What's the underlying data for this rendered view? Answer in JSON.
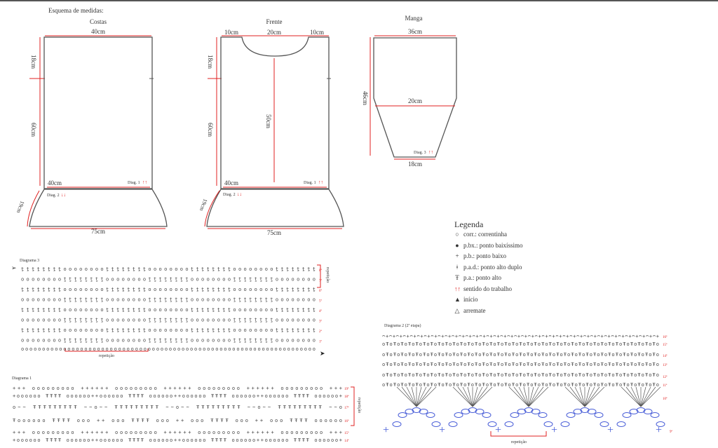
{
  "heading": "Esquema de medidas:",
  "costas": {
    "title": "Costas",
    "top": "40cm",
    "upper": "18cm",
    "lower": "60cm",
    "waist": "40cm",
    "diag1": "Diag. 1",
    "diag2": "Diag. 2",
    "skirt_side": "19cm",
    "bottom": "75cm"
  },
  "frente": {
    "title": "Frente",
    "shoulder_left": "10cm",
    "neck": "20cm",
    "shoulder_right": "10cm",
    "upper": "18cm",
    "lower": "60cm",
    "center": "50cm",
    "waist": "40cm",
    "diag1": "Diag. 1",
    "diag2": "Diag. 2",
    "skirt_side": "19cm",
    "bottom": "75cm"
  },
  "manga": {
    "title": "Manga",
    "top": "36cm",
    "side": "46cm",
    "middle": "20cm",
    "diag3": "Diag. 3",
    "bottom": "18cm"
  },
  "legend": {
    "title": "Legenda",
    "items": [
      {
        "icon": "chain-icon",
        "label": "corr.: correntinha"
      },
      {
        "icon": "slip-stitch-icon",
        "label": "p.bx.: ponto baixíssimo"
      },
      {
        "icon": "single-crochet-icon",
        "label": "p.b.: ponto baixo"
      },
      {
        "icon": "double-treble-icon",
        "label": "p.a.d.: ponto alto duplo"
      },
      {
        "icon": "double-crochet-icon",
        "label": "p.a.: ponto alto"
      },
      {
        "icon": "direction-arrows-icon",
        "label": "sentido do trabalho"
      },
      {
        "icon": "start-arrow-icon",
        "label": "início"
      },
      {
        "icon": "finish-arrow-icon",
        "label": "arremate"
      }
    ]
  },
  "diagram3": {
    "title": "Diagrama 3",
    "rows": [
      "8ª",
      "7ª",
      "6ª",
      "5ª",
      "4ª",
      "3ª",
      "2ª",
      "1ª"
    ],
    "repeat": "repetição",
    "repeat_side": "repetição"
  },
  "diagram1": {
    "title": "Diagrama 1",
    "rows": [
      "19ª",
      "18ª",
      "17ª",
      "16ª",
      "15ª",
      "14ª"
    ],
    "repeat_side": "repetição"
  },
  "diagram2": {
    "title": "Diagrama 2 (2ª etapa)",
    "rows": [
      "16ª",
      "15ª",
      "14ª",
      "13ª",
      "12ª",
      "11ª",
      "10ª",
      "9ª"
    ],
    "repeat": "repetição"
  },
  "colors": {
    "accent": "#e02020",
    "blue": "#4a5fd8",
    "line": "#555555"
  }
}
